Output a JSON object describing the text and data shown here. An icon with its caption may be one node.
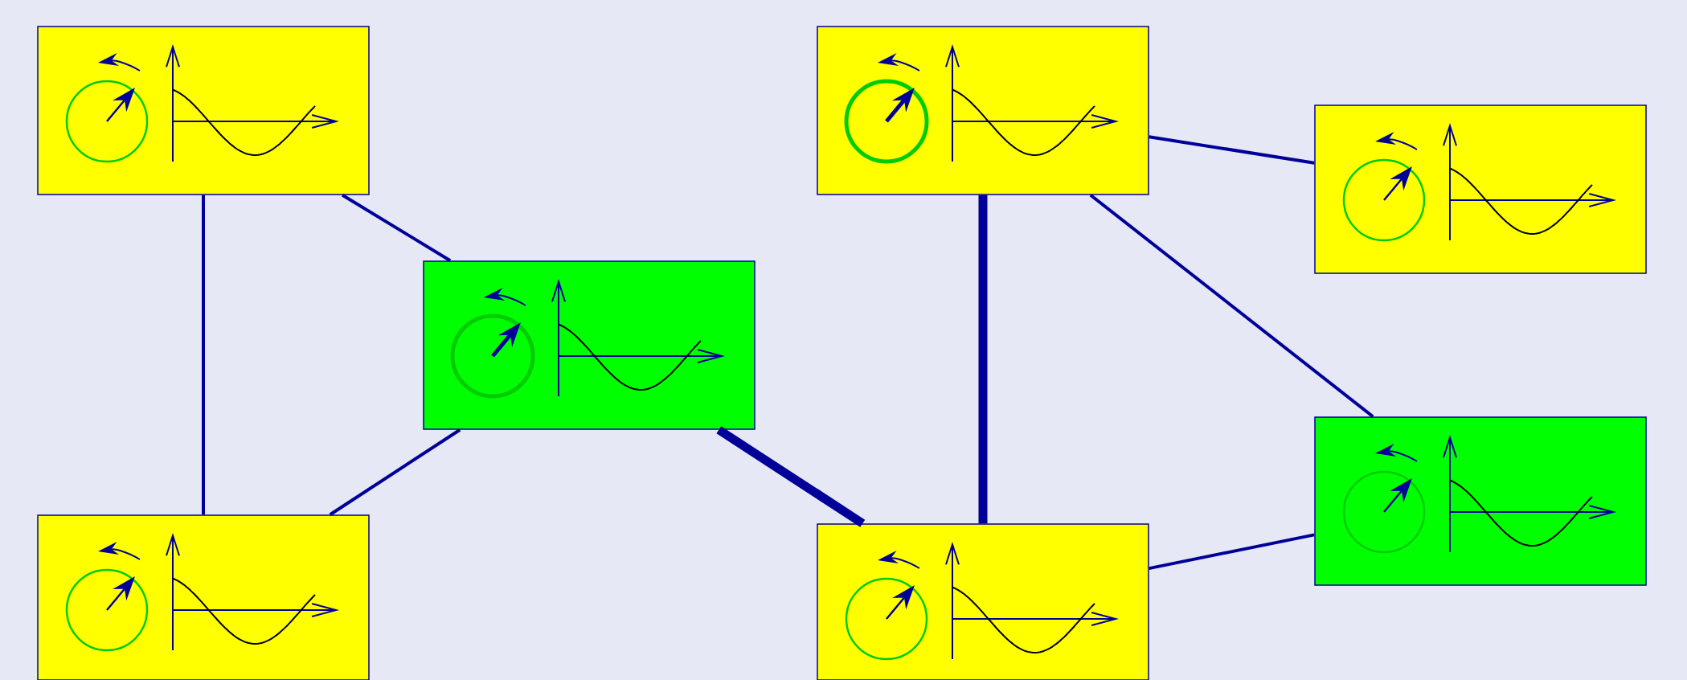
{
  "diagram": {
    "nodes": [
      {
        "text": [],
        "shape": "box"
      },
      {
        "text": [],
        "shape": "box"
      },
      {
        "text": [],
        "shape": "box"
      },
      {
        "text": [],
        "shape": "box"
      },
      {
        "text": [],
        "shape": "box"
      },
      {
        "text": [],
        "shape": "box"
      },
      {
        "text": [],
        "shape": "box"
      }
    ],
    "edges": [
      {
        "from": 0,
        "to": 5,
        "arrow": "none"
      },
      {
        "from": 0,
        "to": 3,
        "arrow": "none"
      },
      {
        "from": 3,
        "to": 5,
        "arrow": "none"
      },
      {
        "from": 3,
        "to": 6,
        "arrow": "none",
        "style": "thick"
      },
      {
        "from": 1,
        "to": 6,
        "arrow": "none",
        "style": "thick"
      },
      {
        "from": 1,
        "to": 2,
        "arrow": "none"
      },
      {
        "from": 1,
        "to": 4,
        "arrow": "none"
      },
      {
        "from": 4,
        "to": 6,
        "arrow": "none"
      }
    ]
  }
}
